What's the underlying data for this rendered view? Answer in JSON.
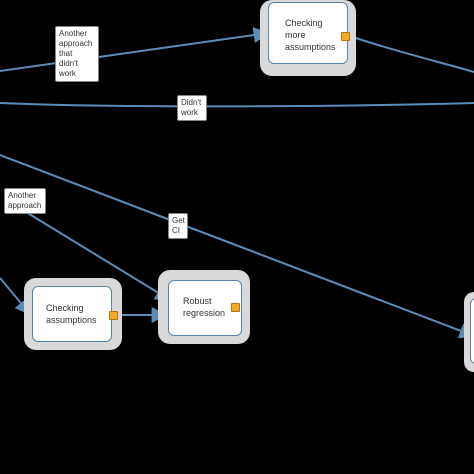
{
  "nodes": {
    "checking_more_assumptions": {
      "label": "Checking\nmore\nassumptions"
    },
    "checking_assumptions": {
      "label": "Checking\nassumptions"
    },
    "robust_regression": {
      "label": "Robust\nregression"
    }
  },
  "edge_labels": {
    "another_approach_didnt_work": "Another\napproach\nthat\ndidn't\nwork",
    "didnt_work": "Didn't\nwork",
    "another_approach": "Another\napproach",
    "get_ci": "Get\nCI"
  },
  "colors": {
    "edge": "#5b8db8",
    "port": "#f5a623",
    "node_border": "#5b84ac",
    "halo": "#d9d9d9",
    "background": "#000000"
  }
}
